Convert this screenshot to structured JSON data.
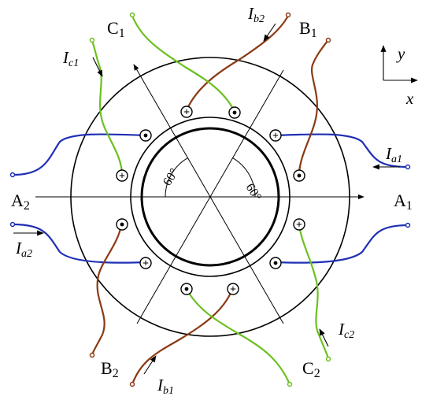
{
  "colors": {
    "phase_a": "#1f2fb4",
    "phase_b": "#8a3a14",
    "phase_c": "#6cc020",
    "ink": "#000000"
  },
  "terminals": {
    "a1": {
      "letter": "A",
      "index": "1"
    },
    "a2": {
      "letter": "A",
      "index": "2"
    },
    "b1": {
      "letter": "B",
      "index": "1"
    },
    "b2": {
      "letter": "B",
      "index": "2"
    },
    "c1": {
      "letter": "C",
      "index": "1"
    },
    "c2": {
      "letter": "C",
      "index": "2"
    }
  },
  "currents": {
    "ia1": {
      "symbol": "I",
      "sub": "a1"
    },
    "ia2": {
      "symbol": "I",
      "sub": "a2"
    },
    "ib1": {
      "symbol": "I",
      "sub": "b1"
    },
    "ib2": {
      "symbol": "I",
      "sub": "b2"
    },
    "ic1": {
      "symbol": "I",
      "sub": "c1"
    },
    "ic2": {
      "symbol": "I",
      "sub": "c2"
    }
  },
  "axes": {
    "x": "x",
    "y": "y"
  },
  "angles": {
    "left": "60°",
    "right": "60°"
  },
  "symbols": {
    "plus": "+",
    "dot": "•"
  }
}
